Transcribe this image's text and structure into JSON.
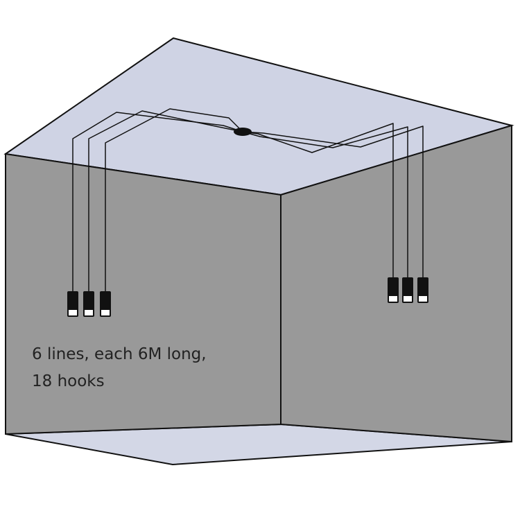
{
  "caption": {
    "line1": "6 lines, each 6M long,",
    "line2": "18 hooks"
  },
  "colors": {
    "ceiling": "#cfd3e4",
    "floor": "#d3d7e6",
    "walls": "#999999",
    "outline": "#111111",
    "cables": "#111111",
    "lamp_body": "#111111",
    "lamp_tip": "#ffffff"
  },
  "cable_count": 6,
  "pendant_groups": [
    {
      "position": "left",
      "pendants": 3
    },
    {
      "position": "right",
      "pendants": 3
    }
  ]
}
